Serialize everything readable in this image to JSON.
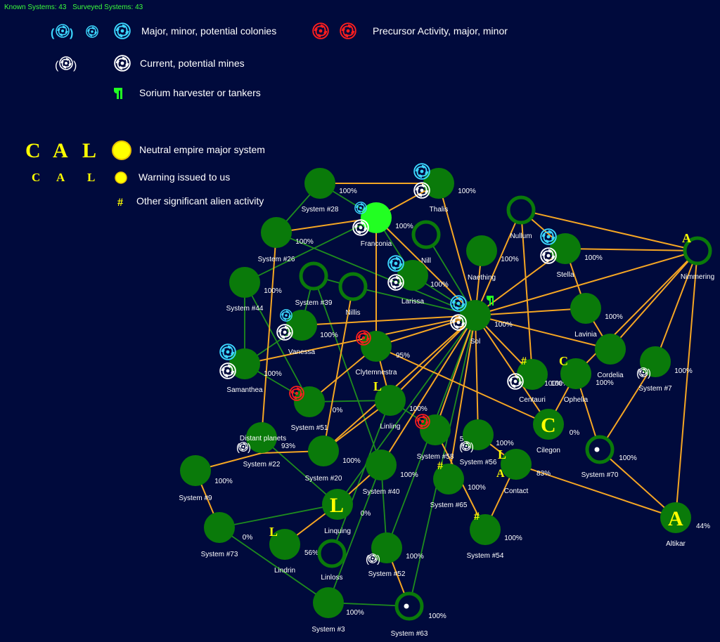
{
  "header": {
    "known": "Known Systems: 43",
    "surveyed": "Surveyed Systems: 43"
  },
  "legend": [
    {
      "text": "Major, minor, potential colonies",
      "icons": [
        "colony-major-icon",
        "colony-minor-icon",
        "colony-potential-icon"
      ]
    },
    {
      "text": "Precursor Activity, major, minor",
      "icons": [
        "precursor-major-icon",
        "precursor-minor-icon"
      ]
    },
    {
      "text": "Current, potential mines",
      "icons": [
        "mine-current-icon",
        "mine-potential-icon"
      ]
    },
    {
      "text": "Sorium harvester or tankers",
      "icons": [
        "sorium-harvester-icon"
      ]
    },
    {
      "text": "Neutral empire major system",
      "icons": [
        "neutral-major-c-icon",
        "neutral-major-a-icon",
        "neutral-major-l-icon",
        "neutral-major-blob-icon"
      ],
      "letters": [
        "C",
        "A",
        "L"
      ]
    },
    {
      "text": "Warning issued to us",
      "icons": [
        "warning-c-icon",
        "warning-a-icon",
        "warning-l-icon",
        "warning-blob-icon"
      ],
      "letters": [
        "C",
        "A",
        "L"
      ]
    },
    {
      "text": "Other significant alien activity",
      "icons": [
        "alien-activity-icon"
      ],
      "letters": [
        "#"
      ]
    }
  ],
  "colors": {
    "background": "#000a3c",
    "system_fill": "#0a7a0a",
    "franconia_fill": "#22ff22",
    "lane_orange": "#f5a623",
    "lane_green": "#1e8c1e",
    "colony_cyan": "#3cd7ff",
    "precursor_red": "#ff1e1e",
    "mine_white": "#ffffff",
    "neutral_yellow": "#ffff00"
  },
  "systems": [
    {
      "id": "s28",
      "name": "System #28",
      "pct": "100%",
      "type": "filled"
    },
    {
      "id": "thalis",
      "name": "Thalis",
      "pct": "100%",
      "type": "filled",
      "icons": [
        "colony-potential",
        "mine-current"
      ]
    },
    {
      "id": "franconia",
      "name": "Franconia",
      "pct": "100%",
      "type": "bright",
      "icons": [
        "colony-minor",
        "mine-potential"
      ]
    },
    {
      "id": "s26",
      "name": "System #26",
      "pct": "100%",
      "type": "filled"
    },
    {
      "id": "nill",
      "name": "Nill",
      "pct": "",
      "type": "ring"
    },
    {
      "id": "nullum",
      "name": "Nullum",
      "pct": "",
      "type": "ring"
    },
    {
      "id": "naething",
      "name": "Naething",
      "pct": "100%",
      "type": "filled"
    },
    {
      "id": "stella",
      "name": "Stella",
      "pct": "100%",
      "type": "filled",
      "icons": [
        "colony-potential",
        "mine-current"
      ]
    },
    {
      "id": "nimmering",
      "name": "Nimmering",
      "pct": "",
      "type": "ring",
      "letter": "A"
    },
    {
      "id": "s44",
      "name": "System #44",
      "pct": "100%",
      "type": "filled"
    },
    {
      "id": "s39",
      "name": "System #39",
      "pct": "",
      "type": "ring"
    },
    {
      "id": "nillis",
      "name": "Nillis",
      "pct": "",
      "type": "ring"
    },
    {
      "id": "larissa",
      "name": "Larissa",
      "pct": "100%",
      "type": "filled",
      "icons": [
        "colony-potential",
        "mine-current"
      ]
    },
    {
      "id": "sol",
      "name": "Sol",
      "pct": "100%",
      "type": "filled",
      "icons": [
        "colony-potential",
        "mine-current",
        "sorium"
      ]
    },
    {
      "id": "lavinia",
      "name": "Lavinia",
      "pct": "100%",
      "type": "filled"
    },
    {
      "id": "vanessa",
      "name": "Vanessa",
      "pct": "100%",
      "type": "filled",
      "icons": [
        "colony-minor",
        "mine-current"
      ]
    },
    {
      "id": "clytemnestra",
      "name": "Clytemnestra",
      "pct": "95%",
      "type": "filled",
      "icons": [
        "precursor-minor"
      ]
    },
    {
      "id": "cordelia",
      "name": "Cordelia",
      "pct": "100%",
      "type": "filled"
    },
    {
      "id": "s7",
      "name": "System #7",
      "pct": "100%",
      "type": "filled",
      "icons": [
        "mine-potential-paren"
      ]
    },
    {
      "id": "samanthea",
      "name": "Samanthea",
      "pct": "100%",
      "type": "filled",
      "icons": [
        "colony-potential",
        "mine-current"
      ]
    },
    {
      "id": "centauri",
      "name": "Centauri",
      "pct": "100%",
      "type": "filled",
      "icons": [
        "mine-current"
      ],
      "letter": "#"
    },
    {
      "id": "ophelia",
      "name": "Ophelia",
      "pct": "100%",
      "type": "filled",
      "letter": "C"
    },
    {
      "id": "s51",
      "name": "System #51",
      "pct": "0%",
      "type": "filled",
      "icons": [
        "precursor-minor"
      ]
    },
    {
      "id": "linling",
      "name": "Linling",
      "pct": "100%",
      "type": "filled",
      "letter": "L"
    },
    {
      "id": "cilegon",
      "name": "Cilegon",
      "pct": "0%",
      "type": "filled",
      "letter": "C-big"
    },
    {
      "id": "distant",
      "name": "Distant planets",
      "pct": "",
      "type": "filled"
    },
    {
      "id": "s22",
      "name": "System #22",
      "pct": "93%",
      "type": "label-only",
      "icons": [
        "mine-potential-paren"
      ]
    },
    {
      "id": "s58",
      "name": "System #58",
      "pct": "5%",
      "type": "filled",
      "icons": [
        "precursor-minor"
      ]
    },
    {
      "id": "s56",
      "name": "System #56",
      "pct": "100%",
      "type": "filled",
      "icons": [
        "mine-potential-paren"
      ]
    },
    {
      "id": "s70",
      "name": "System #70",
      "pct": "100%",
      "type": "ring",
      "marker": "2"
    },
    {
      "id": "s20",
      "name": "System #20",
      "pct": "100%",
      "type": "filled"
    },
    {
      "id": "s40",
      "name": "System #40",
      "pct": "100%",
      "type": "filled"
    },
    {
      "id": "contact",
      "name": "Contact",
      "pct": "83%",
      "type": "filled",
      "letter": "L",
      "letter2": "A"
    },
    {
      "id": "s65",
      "name": "System #65",
      "pct": "100%",
      "type": "filled",
      "letter": "#"
    },
    {
      "id": "s9",
      "name": "System #9",
      "pct": "100%",
      "type": "filled"
    },
    {
      "id": "linquing",
      "name": "Linquing",
      "pct": "0%",
      "type": "filled",
      "letter": "L-big"
    },
    {
      "id": "altikar",
      "name": "Altikar",
      "pct": "44%",
      "type": "filled",
      "letter": "A-big"
    },
    {
      "id": "s73",
      "name": "System #73",
      "pct": "0%",
      "type": "filled"
    },
    {
      "id": "lindrin",
      "name": "Lindrin",
      "pct": "56%",
      "type": "filled",
      "letter": "L"
    },
    {
      "id": "linloss",
      "name": "Linloss",
      "pct": "",
      "type": "ring"
    },
    {
      "id": "s52",
      "name": "System #52",
      "pct": "100%",
      "type": "filled",
      "icons": [
        "mine-potential-paren"
      ]
    },
    {
      "id": "s54",
      "name": "System #54",
      "pct": "100%",
      "type": "filled",
      "letter": "#"
    },
    {
      "id": "s3",
      "name": "System #3",
      "pct": "100%",
      "type": "filled"
    },
    {
      "id": "s63",
      "name": "System #63",
      "pct": "100%",
      "type": "ring",
      "marker": "1"
    }
  ]
}
